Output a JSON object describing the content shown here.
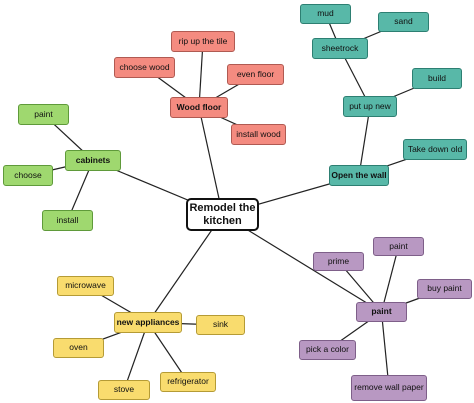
{
  "center": {
    "label": "Remodel the kitchen"
  },
  "branches": {
    "wood_floor": {
      "label": "Wood floor",
      "children": [
        "rip up the tile",
        "choose wood",
        "even floor",
        "install wood"
      ]
    },
    "cabinets": {
      "label": "cabinets",
      "children": [
        "paint",
        "choose",
        "install"
      ]
    },
    "open_wall": {
      "label": "Open the wall",
      "child": "Take down old",
      "put_up_new": {
        "label": "put up new",
        "child": "build",
        "sheetrock": {
          "label": "sheetrock",
          "children": [
            "mud",
            "sand"
          ]
        }
      }
    },
    "appliances": {
      "label": "new appliances",
      "children": [
        "microwave",
        "oven",
        "stove",
        "refrigerator",
        "sink"
      ]
    },
    "paint": {
      "label": "paint",
      "children": [
        "prime",
        "paint",
        "buy paint",
        "pick a color",
        "remove wall paper"
      ]
    }
  },
  "colors": {
    "wood_floor": "#f48b80",
    "open_wall": "#58b8a8",
    "cabinets": "#9fd86f",
    "appliances": "#f9dc6e",
    "paint": "#b898c2",
    "connector": "#222222"
  }
}
